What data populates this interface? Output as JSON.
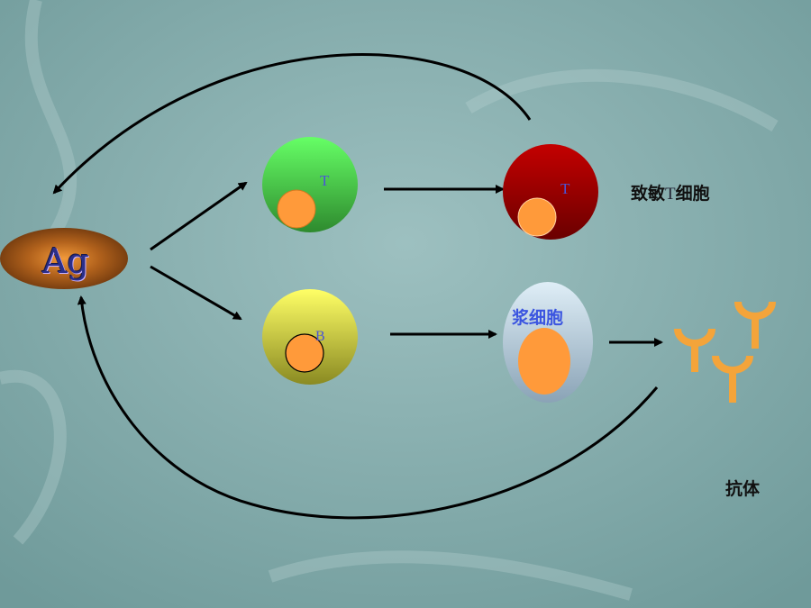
{
  "labels": {
    "antigen": "Ag",
    "t_cell": "T",
    "sensitized_t_cell": "T",
    "b_cell": "B",
    "plasma_cell": "浆细胞",
    "sensitized_prefix": "致敏",
    "sensitized_t": "T",
    "sensitized_suffix": "细胞",
    "antibody": "抗体"
  },
  "colors": {
    "background": "#7fa8a8",
    "antigen": "#8a4a16",
    "t_cell": "#3fd04a",
    "sensitized_t_cell": "#a80000",
    "b_cell": "#e6e64a",
    "plasma_cell": "#c8dcea",
    "nucleus": "#ff9a3a",
    "antibody": "#f4a43a",
    "arrow": "#000000"
  }
}
